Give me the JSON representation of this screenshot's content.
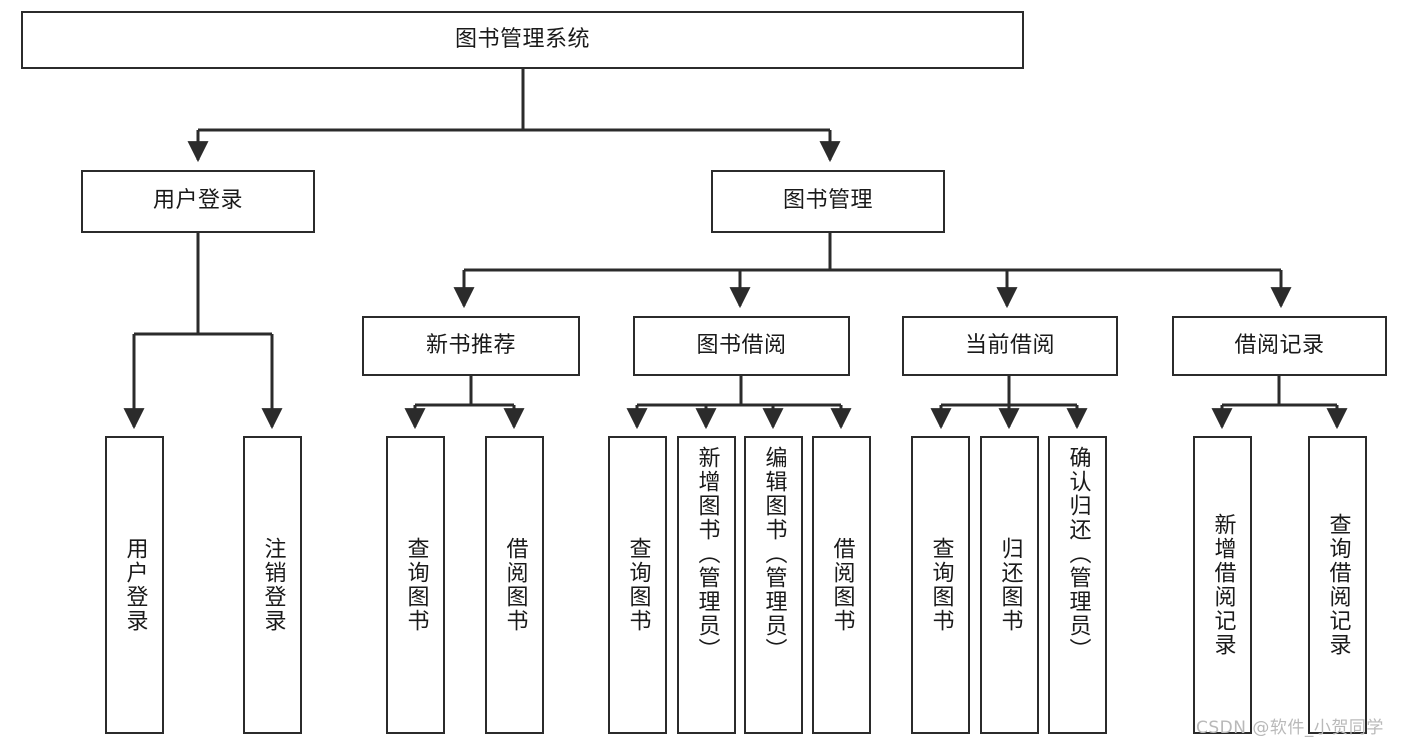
{
  "diagram": {
    "type": "tree-hierarchy",
    "title": "图书管理系统",
    "watermark": "CSDN @软件_小贺同学",
    "colors": {
      "box_border": "#2b2b2b",
      "box_fill": "#ffffff",
      "edge": "#2b2b2b",
      "text": "#1a1a1a",
      "watermark": "#b9b9b9",
      "background": "#ffffff"
    },
    "nodes": {
      "root": {
        "label": "图书管理系统",
        "level": 0
      },
      "l1": [
        {
          "label": "用户登录",
          "level": 1
        },
        {
          "label": "图书管理",
          "level": 1
        }
      ],
      "l2": [
        {
          "label": "新书推荐",
          "level": 2
        },
        {
          "label": "图书借阅",
          "level": 2
        },
        {
          "label": "当前借阅",
          "level": 2
        },
        {
          "label": "借阅记录",
          "level": 2
        }
      ],
      "leaves": {
        "user_login": [
          {
            "label": "用户登录"
          },
          {
            "label": "注销登录"
          }
        ],
        "new_book": [
          {
            "label": "查询图书"
          },
          {
            "label": "借阅图书"
          }
        ],
        "book_borrow": [
          {
            "label": "查询图书"
          },
          {
            "label": "新增图书（管理员）"
          },
          {
            "label": "编辑图书（管理员）"
          },
          {
            "label": "借阅图书"
          }
        ],
        "current_borrow": [
          {
            "label": "查询图书"
          },
          {
            "label": "归还图书"
          },
          {
            "label": "确认归还（管理员）"
          }
        ],
        "borrow_record": [
          {
            "label": "新增借阅记录"
          },
          {
            "label": "查询借阅记录"
          }
        ]
      }
    }
  }
}
